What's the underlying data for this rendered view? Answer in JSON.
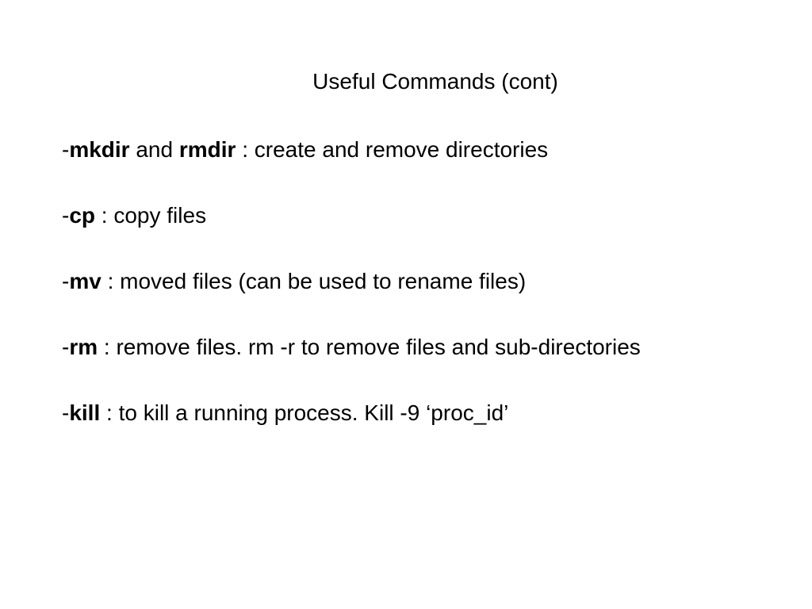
{
  "slide": {
    "title": "Useful Commands (cont)",
    "items": [
      {
        "prefix": "-",
        "parts": [
          {
            "text": "mkdir",
            "bold": true
          },
          {
            "text": " and ",
            "bold": false
          },
          {
            "text": "rmdir",
            "bold": true
          },
          {
            "text": " : create and remove directories",
            "bold": false
          }
        ]
      },
      {
        "prefix": "-",
        "parts": [
          {
            "text": "cp",
            "bold": true
          },
          {
            "text": " : copy files",
            "bold": false
          }
        ]
      },
      {
        "prefix": "-",
        "parts": [
          {
            "text": "mv",
            "bold": true
          },
          {
            "text": " : moved files (can be used to rename files)",
            "bold": false
          }
        ]
      },
      {
        "prefix": "-",
        "parts": [
          {
            "text": "rm",
            "bold": true
          },
          {
            "text": " : remove files. rm -r to remove files and sub-directories",
            "bold": false
          }
        ]
      },
      {
        "prefix": "-",
        "parts": [
          {
            "text": "kill",
            "bold": true
          },
          {
            "text": " : to kill a running process. Kill -9 ‘proc_id’",
            "bold": false
          }
        ]
      }
    ]
  }
}
